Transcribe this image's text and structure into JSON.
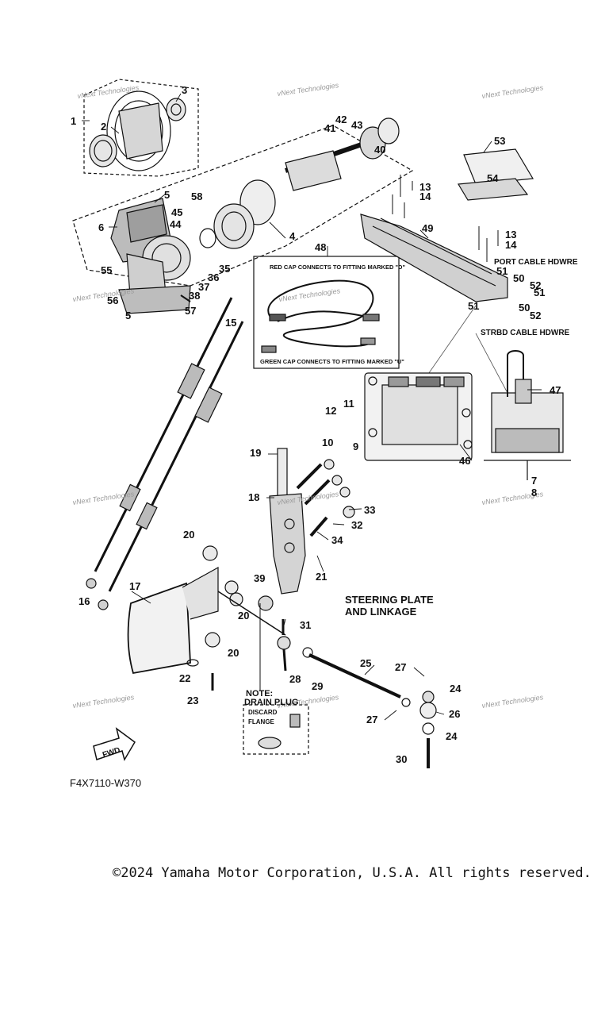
{
  "diagram": {
    "section_title_line1": "STEERING PLATE",
    "section_title_line2": "AND LINKAGE",
    "drawing_code": "F4X7110-W370",
    "copyright": "©2024 Yamaha Motor Corporation, U.S.A. All rights reserved.",
    "watermark": "vNext Technologies",
    "fwd_label": "FWD",
    "cable_box": {
      "red_cap_note": "RED CAP CONNECTS TO FITTING MARKED \"D\"",
      "green_cap_note": "GREEN CAP CONNECTS TO FITTING MARKED \"U\""
    },
    "hardware_labels": {
      "port": "PORT CABLE HDWRE",
      "starboard": "STRBD CABLE HDWRE"
    },
    "drain_note": {
      "line1": "NOTE:",
      "line2": "DRAIN PLUG",
      "discard": "DISCARD",
      "flange": "FLANGE"
    },
    "callouts": [
      "1",
      "2",
      "3",
      "4",
      "5",
      "5",
      "6",
      "7",
      "8",
      "9",
      "10",
      "11",
      "12",
      "13",
      "13",
      "14",
      "14",
      "15",
      "16",
      "17",
      "18",
      "19",
      "20",
      "20",
      "20",
      "21",
      "22",
      "23",
      "24",
      "24",
      "25",
      "26",
      "27",
      "27",
      "28",
      "29",
      "30",
      "31",
      "32",
      "33",
      "34",
      "35",
      "36",
      "37",
      "38",
      "39",
      "40",
      "41",
      "42",
      "43",
      "44",
      "45",
      "46",
      "47",
      "48",
      "49",
      "50",
      "50",
      "51",
      "51",
      "51",
      "52",
      "52",
      "53",
      "54",
      "55",
      "56",
      "57",
      "58"
    ]
  }
}
